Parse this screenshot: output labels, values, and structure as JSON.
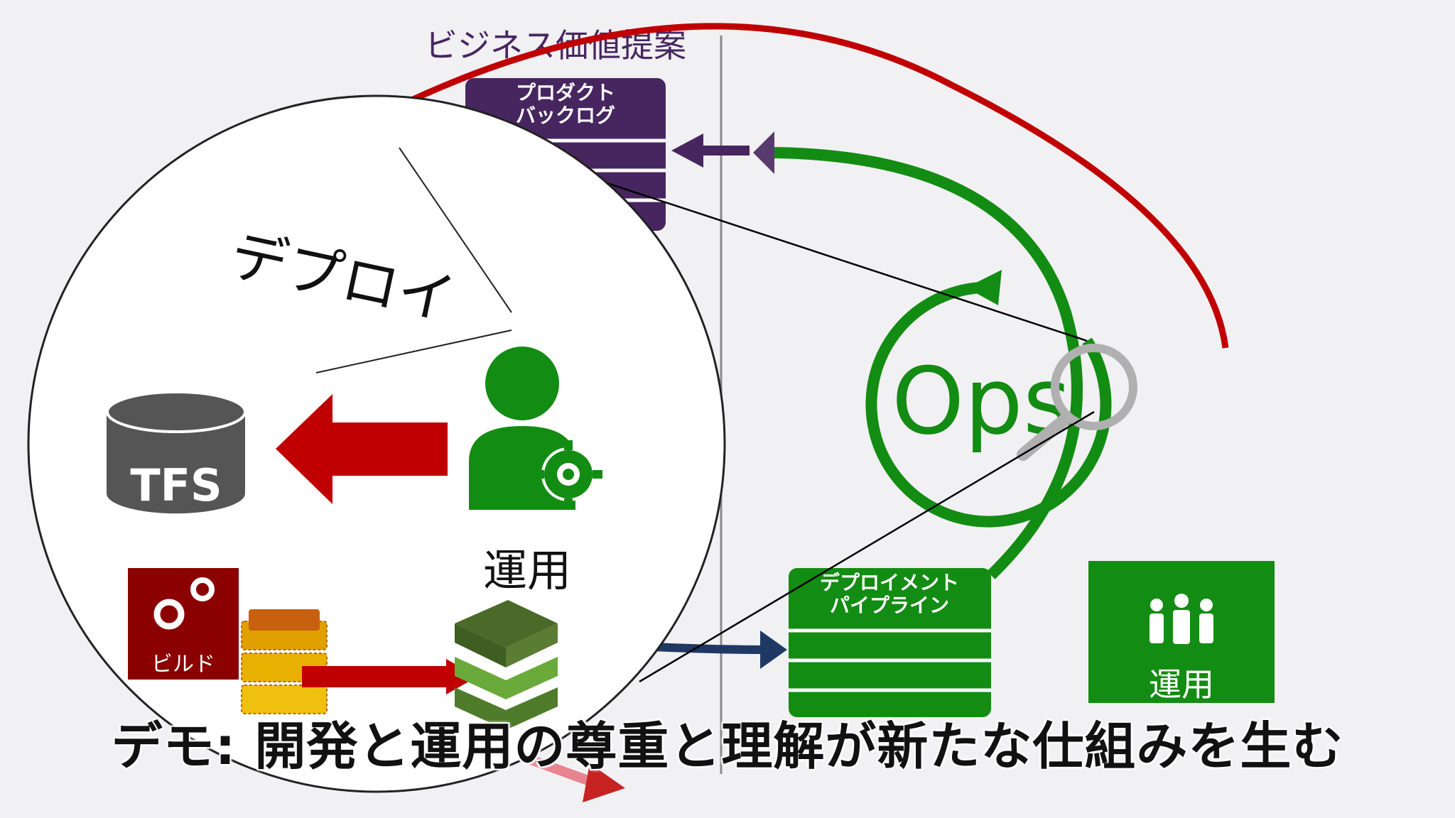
{
  "header": {
    "business_value": "ビジネス価値提案"
  },
  "backlog": {
    "line1": "プロダクト",
    "line2": "バックログ"
  },
  "ops": {
    "label": "Ops"
  },
  "zoom": {
    "deploy_label": "デプロイ",
    "tfs_label": "TFS",
    "operations_label": "運用"
  },
  "build": {
    "label": "ビルド"
  },
  "pipeline": {
    "line1": "デプロイメント",
    "line2": "パイプライン"
  },
  "operations_team": {
    "label": "運用"
  },
  "caption": {
    "text": "デモ: 開発と運用の尊重と理解が新たな仕組みを生む"
  },
  "colors": {
    "purple": "#472660",
    "green": "#138c13",
    "dark_green": "#0e7a0e",
    "red": "#c00000",
    "navy": "#1f3864",
    "gray": "#555555",
    "build_red": "#8b0000"
  }
}
